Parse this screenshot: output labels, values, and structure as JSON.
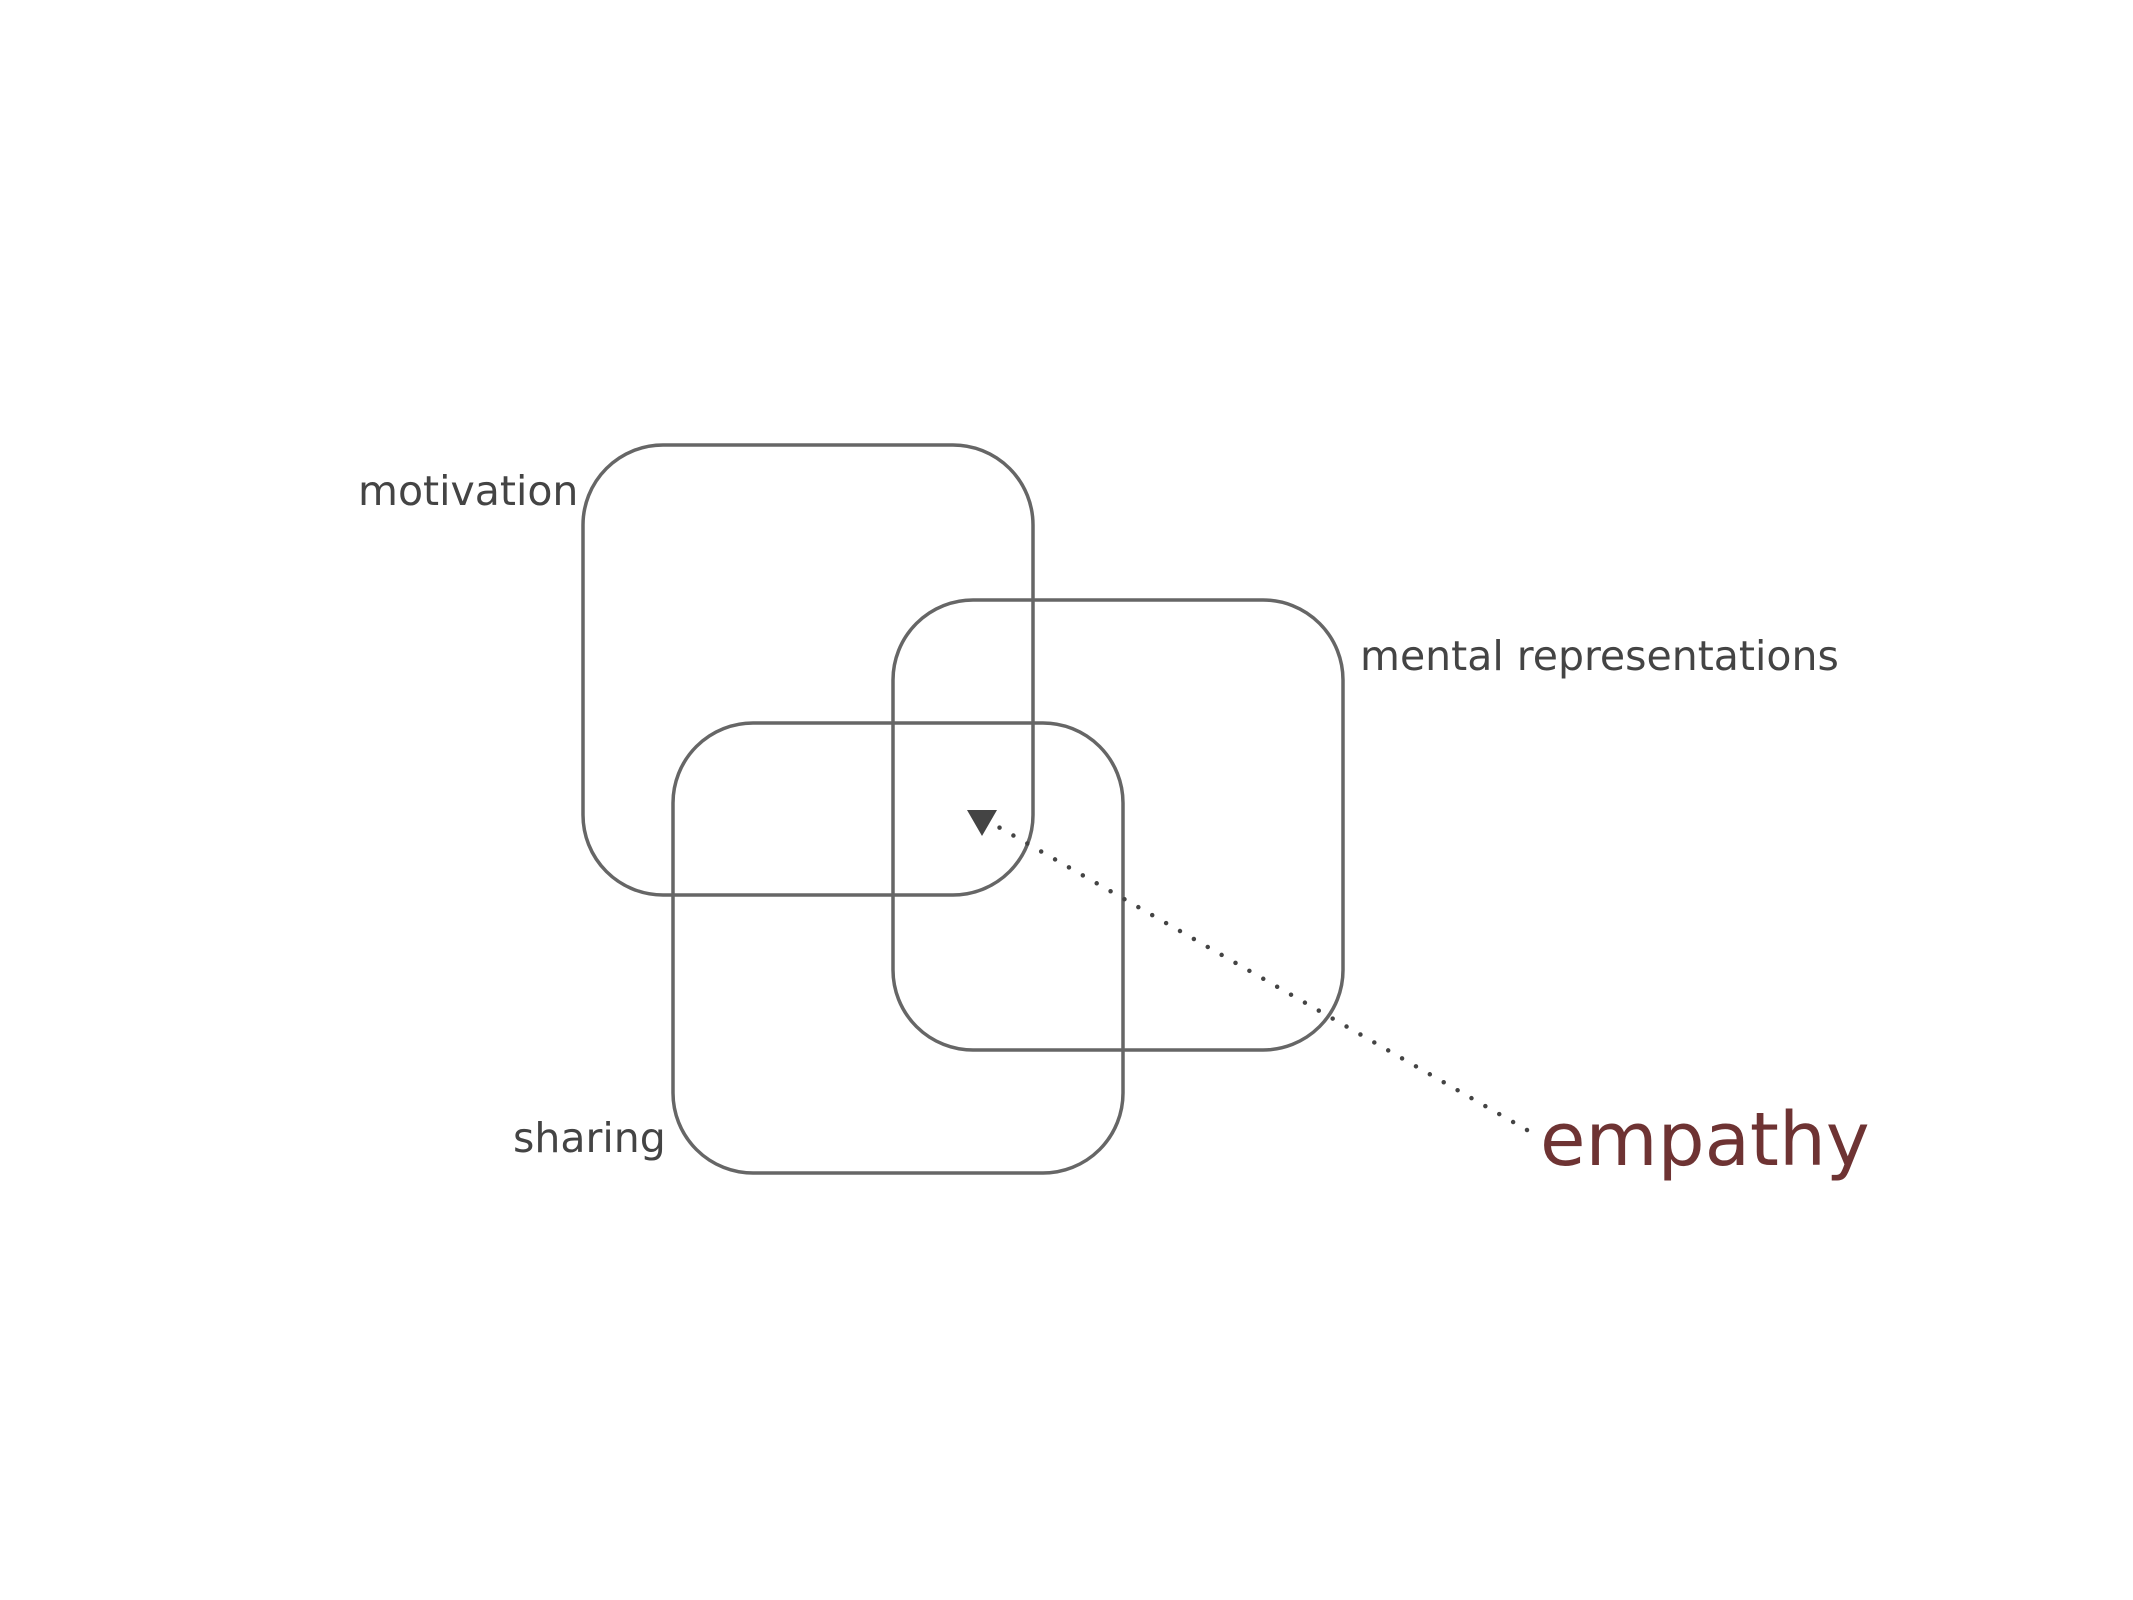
{
  "labels": {
    "motivation": "motivation",
    "mental_representations": "mental representations",
    "sharing": "sharing",
    "empathy": "empathy"
  },
  "colors": {
    "outline": "#666666",
    "label_text": "#444444",
    "accent": "#6e3333",
    "arrow": "#444444"
  }
}
